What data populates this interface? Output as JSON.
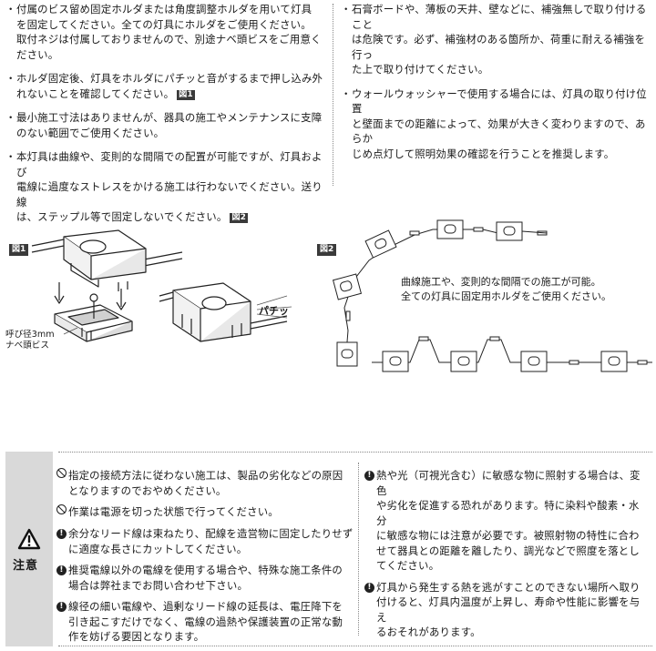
{
  "left_bullets": [
    {
      "marker": "・",
      "text": "付属のビス留め固定ホルダまたは角度調整ホルダを用いて灯具\nを固定してください。全ての灯具にホルダをご使用ください。\n取付ネジは付属しておりませんので、別途ナベ頭ビスをご用意く\nださい。",
      "fig": ""
    },
    {
      "marker": "・",
      "text": "ホルダ固定後、灯具をホルダにパチッと音がするまで押し込み外\nれないことを確認してください。",
      "fig": "図1"
    },
    {
      "marker": "・",
      "text": "最小施工寸法はありませんが、器具の施工やメンテナンスに支障\nのない範囲でご使用ください。",
      "fig": ""
    },
    {
      "marker": "・",
      "text": "本灯具は曲線や、変則的な間隔での配置が可能ですが、灯具および\n電線に過度なストレスをかける施工は行わないでください。送り線\nは、ステップル等で固定しないでください。",
      "fig": "図2"
    }
  ],
  "right_bullets": [
    {
      "marker": "・",
      "text": "石膏ボードや、薄板の天井、壁などに、補強無しで取り付けること\nは危険です。必ず、補強材のある箇所か、荷重に耐える補強を行っ\nた上で取り付けてください。"
    },
    {
      "marker": "・",
      "text": "ウォールウォッシャーで使用する場合には、灯具の取り付け位置\nと壁面までの距離によって、効果が大きく変わりますので、あらか\nじめ点灯して照明効果の確認を行うことを推奨します。"
    }
  ],
  "figure1": {
    "label": "図1",
    "screw_note": "呼び径3mm\nナベ頭ビス",
    "sound": "パチッ"
  },
  "figure2": {
    "label": "図2",
    "caption": "曲線施工や、変則的な間隔での施工が可能。\n全ての灯具に固定用ホルダをご使用ください。"
  },
  "caution": {
    "label": "注意",
    "left_items": [
      {
        "icon": "prohibit",
        "text": "指定の接続方法に従わない施工は、製品の劣化などの原因\nとなりますのでおやめください。"
      },
      {
        "icon": "prohibit",
        "text": "作業は電源を切った状態で行ってください。"
      },
      {
        "icon": "mandatory",
        "text": "余分なリード線は束ねたり、配線を造営物に固定したりせず\nに適度な長さにカットしてください。"
      },
      {
        "icon": "mandatory",
        "text": "推奨電線以外の電線を使用する場合や、特殊な施工条件の\n場合は弊社までお問い合わせ下さい。"
      },
      {
        "icon": "mandatory",
        "text": "線径の細い電線や、過剰なリード線の延長は、電圧降下を\n引き起こすだけでなく、電線の過熱や保護装置の正常な動\n作を妨げる要因となります。"
      }
    ],
    "right_items": [
      {
        "icon": "mandatory",
        "text": "熱や光（可視光含む）に敏感な物に照射する場合は、変色\nや劣化を促進する恐れがあります。特に染料や酸素・水分\nに敏感な物には注意が必要です。被照射物の特性に合わ\nせて器具との距離を離したり、調光などで照度を落とし\nてください。"
      },
      {
        "icon": "mandatory",
        "text": "灯具から発生する熱を逃がすことのできない場所へ取り\n付けると、灯具内温度が上昇し、寿命や性能に影響を与え\nるおそれがあります。"
      }
    ]
  }
}
